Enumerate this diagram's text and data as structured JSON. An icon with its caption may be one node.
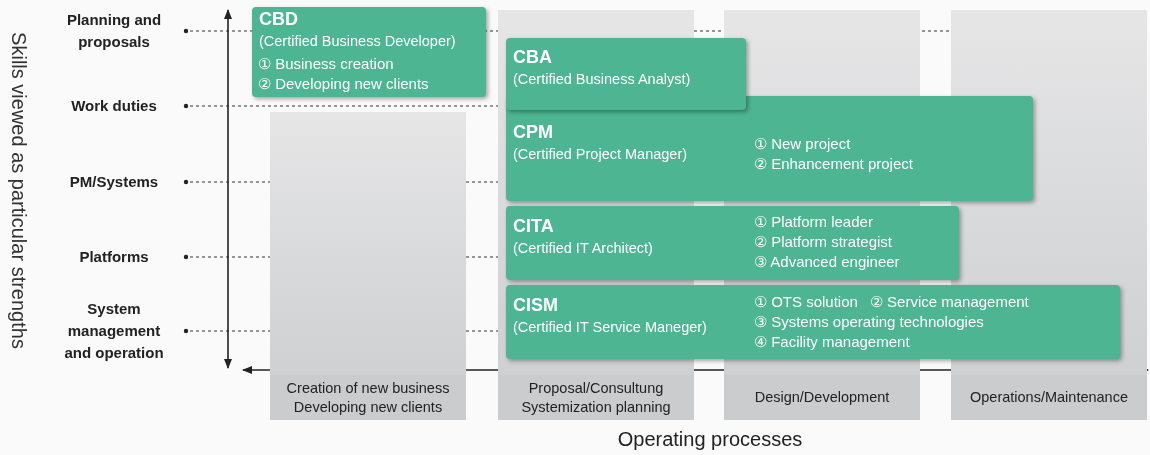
{
  "diagram": {
    "nodes": [
      {
        "text": [
          "CBD",
          "(Certified Business Developer)",
          "① Business creation",
          "② Developing new clients"
        ]
      },
      {
        "text": [
          "CBA",
          "(Certified Business Analyst)"
        ]
      },
      {
        "text": [
          "CPM",
          "(Certified Project Manager)",
          "① New project",
          "② Enhancement project"
        ]
      },
      {
        "text": [
          "CITA",
          "(Certified IT Architect)",
          "① Platform leader",
          "② Platform strategist",
          "③ Advanced engineer"
        ]
      },
      {
        "text": [
          "CISM",
          "(Certified IT Service Maneger)",
          "① OTS solution",
          "② Service management",
          "③ Systems operating technologies",
          "④ Facility management"
        ]
      },
      {
        "text": [
          "Creation of new business Developing new clients"
        ]
      },
      {
        "text": [
          "Proposal/Consultung Systemization planning"
        ]
      },
      {
        "text": [
          "Design/Development"
        ]
      },
      {
        "text": [
          "Operations/Maintenance"
        ]
      }
    ],
    "edges": [],
    "labels": [
      "Skills viewed as particular strengths",
      "Planning and proposals",
      "Work duties",
      "PM/Systems",
      "Platforms",
      "System management and operation",
      "Operating processes"
    ]
  }
}
